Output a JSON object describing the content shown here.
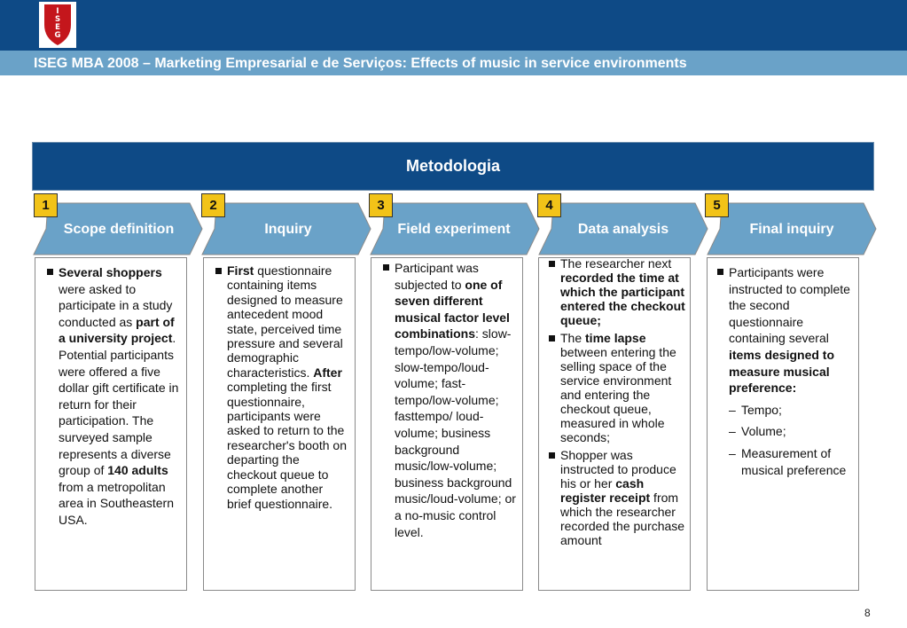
{
  "header": {
    "logo_text": "ISEG",
    "title": "ISEG MBA 2008 – Marketing Empresarial e de Serviços: Effects of music in service environments"
  },
  "banner": {
    "title": "Metodologia"
  },
  "steps": [
    {
      "number": "1",
      "label": "Scope definition"
    },
    {
      "number": "2",
      "label": "Inquiry"
    },
    {
      "number": "3",
      "label": "Field experiment"
    },
    {
      "number": "4",
      "label": "Data analysis"
    },
    {
      "number": "5",
      "label": "Final inquiry"
    }
  ],
  "cards": {
    "scope": {
      "b1_s1": "Several shoppers",
      "b1_s2": " were asked to participate in a study conducted as ",
      "b1_s3": "part of a university project",
      "b1_s4": ". Potential participants were offered a five dollar gift certificate in return for their participation. The surveyed sample represents a diverse group of ",
      "b1_s5": "140 adults",
      "b1_s6": " from a metropolitan area in Southeastern USA."
    },
    "inquiry": {
      "b1_s1": "First",
      "b1_s2": " questionnaire containing items designed to measure antecedent mood state, perceived time pressure and several demographic characteristics. ",
      "b1_s3": "After",
      "b1_s4": " completing the first questionnaire, participants were asked to return to the researcher's booth on departing the checkout queue to complete another brief questionnaire."
    },
    "field": {
      "b1_s1": "Participant was subjected to ",
      "b1_s2": "one of seven different musical factor level combinations",
      "b1_s3": ": slow-tempo/low-volume; slow-tempo/loud-volume; fast-tempo/low-volume; fasttempo/ loud-volume; business background music/low-volume; business background music/loud-volume; or a no-music control level."
    },
    "analysis": {
      "b1_s1": "The researcher next ",
      "b1_s2": "recorded the time at which the participant entered the checkout queue;",
      "b2_s1": "The ",
      "b2_s2": "time lapse",
      "b2_s3": " between entering the selling space of the service environment and entering the checkout queue, measured in whole seconds;",
      "b3_s1": "Shopper was instructed to produce his or her ",
      "b3_s2": "cash register receipt",
      "b3_s3": " from which the researcher recorded the purchase amount"
    },
    "final": {
      "b1_s1": "Participants were instructed to complete the second questionnaire containing several ",
      "b1_s2": "items designed to measure musical preference:",
      "sub": [
        "Tempo;",
        "Volume;",
        "Measurement of musical preference"
      ]
    }
  },
  "footer": {
    "page_number": "8"
  },
  "colors": {
    "navy": "#0e4a86",
    "light_blue": "#6aa2c8",
    "badge_yellow": "#f2c318",
    "logo_red": "#c4161c"
  }
}
